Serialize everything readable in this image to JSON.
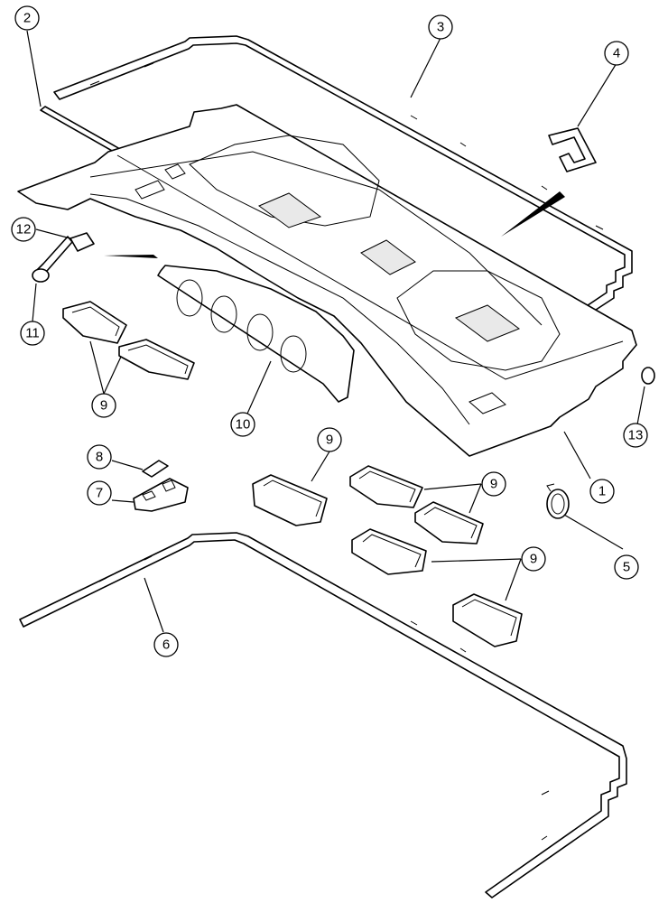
{
  "callouts": {
    "c1": "1",
    "c2": "2",
    "c3": "3",
    "c4": "4",
    "c5": "5",
    "c6": "6",
    "c7": "7",
    "c8": "8",
    "c9a": "9",
    "c9b": "9",
    "c9c": "9",
    "c9d": "9",
    "c10": "10",
    "c11": "11",
    "c12": "12",
    "c13": "13"
  }
}
